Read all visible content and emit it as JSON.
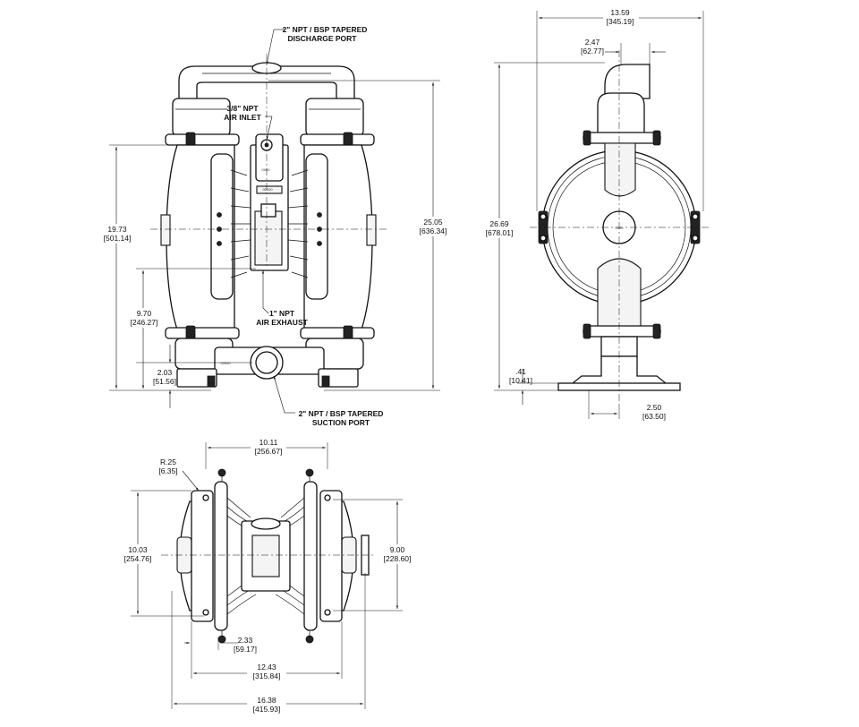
{
  "callouts": {
    "discharge_port": [
      "2\" NPT / BSP TAPERED",
      "DISCHARGE PORT"
    ],
    "air_inlet": [
      "3/8\" NPT",
      "AIR INLET"
    ],
    "air_exhaust": [
      "1\" NPT",
      "AIR EXHAUST"
    ],
    "suction_port": [
      "2\" NPT / BSP TAPERED",
      "SUCTION PORT"
    ]
  },
  "dimensions": {
    "front_height_inlet": [
      "19.73",
      "[501.14]"
    ],
    "front_height_center": [
      "9.70",
      "[246.27]"
    ],
    "front_height_suction": [
      "2.03",
      "[51.56]"
    ],
    "front_overall_height": [
      "25.05",
      "[636.34]"
    ],
    "side_overall_width": [
      "13.59",
      "[345.19]"
    ],
    "side_discharge_offset": [
      "2.47",
      "[62.77]"
    ],
    "side_overall_height": [
      "26.69",
      "[678.01]"
    ],
    "side_base_thickness": [
      ".41",
      "[10.41]"
    ],
    "side_base_offset": [
      "2.50",
      "[63.50]"
    ],
    "top_bolt_span": [
      "10.11",
      "[256.67]"
    ],
    "top_radius": [
      "R.25",
      "[6.35]"
    ],
    "top_depth": [
      "10.03",
      "[254.76]"
    ],
    "top_slot_depth": [
      "9.00",
      "[228.60]"
    ],
    "top_slot_spacing": [
      "2.33",
      "[59.17]"
    ],
    "top_width": [
      "12.43",
      "[315.84]"
    ],
    "top_overall_width": [
      "16.38",
      "[415.93]"
    ]
  },
  "icons": [
    "pump-front-view",
    "pump-side-view",
    "pump-top-view"
  ]
}
